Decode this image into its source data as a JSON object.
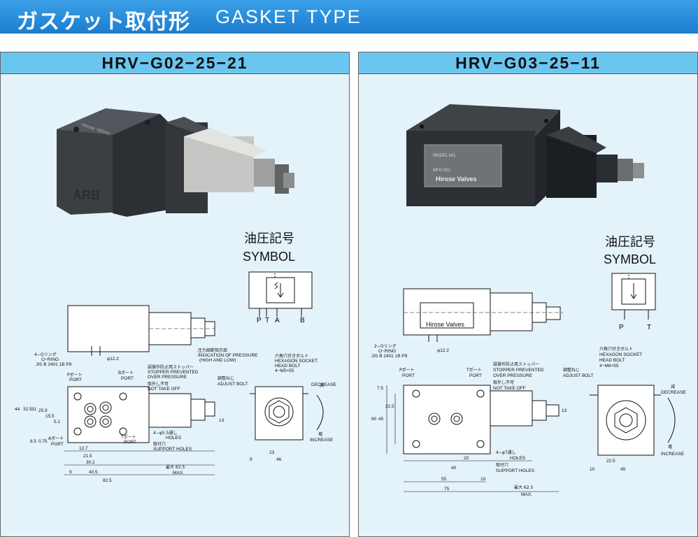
{
  "header": {
    "title_jp": "ガスケット取付形",
    "title_en": "GASKET  TYPE"
  },
  "left": {
    "model": "HRV−G02−25−21",
    "symbol_jp": "油圧記号",
    "symbol_en": "SYMBOL",
    "symbol_ports": [
      "P",
      "T",
      "A",
      "B"
    ],
    "photo_logo": "ARB",
    "photo_brand": "Hirose Valves",
    "labels": {
      "oring_jp": "4−Oリング",
      "oring_en": "O−RING",
      "oring_std": "JIS B 2401 1B P9",
      "dia": "φ12.2",
      "p_port_jp": "Pポート",
      "p_port_en": "PORT",
      "b_port_jp": "Bポート",
      "b_port_en": "PORT",
      "a_port_jp": "Aポート",
      "a_port_en": "PORT",
      "t_port_jp": "Tポート",
      "t_port_en": "PORT",
      "stopper_jp": "誤操作防止用ストッパー",
      "stopper_en1": "STOPPER PREVENTED",
      "stopper_en2": "OVER PRESSURE",
      "nottake_jp": "取外し不可",
      "nottake_en": "NOT TAKE OFF",
      "pressure_jp": "圧力調節指示部",
      "pressure_en1": "INDICATION OF PRESSURE",
      "pressure_en2": "(HIGH AND LOW)",
      "adjust_jp": "調整ねじ",
      "adjust_en": "ADJUST BOLT",
      "hex_jp": "六角穴付きボルト",
      "hex_en1": "HEXAGON SOCKET",
      "hex_en2": "HEAD BOLT",
      "hex_spec": "4−M5×55",
      "holes": "4−φ5.5通し",
      "holes_en": "HOLES",
      "support_jp": "取付穴",
      "support_en": "SUPPORT HOLES",
      "max_jp": "最大 62.5",
      "max_en": "MAX.",
      "decrease_jp": "減",
      "decrease_en": "DECREASE",
      "increase_jp": "増",
      "increase_en": "INCREASE"
    },
    "dims": {
      "d44": "44",
      "d325": "32.5",
      "d31": "31",
      "d259": "25.9",
      "d155": "15.5",
      "d51": "5.1",
      "d65": "6.5",
      "d075": "0.75",
      "d127": "12.7",
      "d215": "21.5",
      "d302": "30.2",
      "d405": "40.5",
      "d825": "82.5",
      "d9": "9",
      "d13": "13",
      "d23": "23",
      "d46": "46",
      "d9b": "9"
    }
  },
  "right": {
    "model": "HRV−G03−25−11",
    "symbol_jp": "油圧記号",
    "symbol_en": "SYMBOL",
    "symbol_ports": [
      "P",
      "T"
    ],
    "photo_model": "MODEL NO.",
    "photo_mfg": "MFG NO.",
    "photo_brand": "Hirose Valves",
    "labels": {
      "plate": "Hirose Valves",
      "oring_jp": "2−Oリング",
      "oring_en": "O−RING",
      "oring_std": "JIS B 2401 1B P9",
      "dia": "φ12.2",
      "p_port_jp": "Pポート",
      "p_port_en": "PORT",
      "t_port_jp": "Tポート",
      "t_port_en": "PORT",
      "stopper_jp": "誤操作防止用ストッパー",
      "stopper_en1": "STOPPER PREVENTED",
      "stopper_en2": "OVER PRESSURE",
      "nottake_jp": "取外し不可",
      "nottake_en": "NOT TAKE OFF",
      "adjust_jp": "調整ねじ",
      "adjust_en": "ADJUST BOLT",
      "hex_jp": "六角穴付きボルト",
      "hex_en1": "HEXAGON SOCKET",
      "hex_en2": "HEAD BOLT",
      "hex_spec": "4−M6×55",
      "holes": "4−φ7通し",
      "holes_en": "HOLES",
      "support_jp": "取付穴",
      "support_en": "SUPPORT HOLES",
      "max_jp": "最大 62.5",
      "max_en": "MAX.",
      "decrease_jp": "減",
      "decrease_en": "DECREASE",
      "increase_jp": "増",
      "increase_en": "INCREASE"
    },
    "dims": {
      "d60": "60",
      "d45": "45",
      "d75": "7.5",
      "d225": "22.5",
      "d20": "20",
      "d40": "40",
      "d55": "55",
      "d10": "10",
      "d75b": "75",
      "d13": "13",
      "d225b": "22.5",
      "d45b": "45",
      "d10b": "10"
    }
  }
}
